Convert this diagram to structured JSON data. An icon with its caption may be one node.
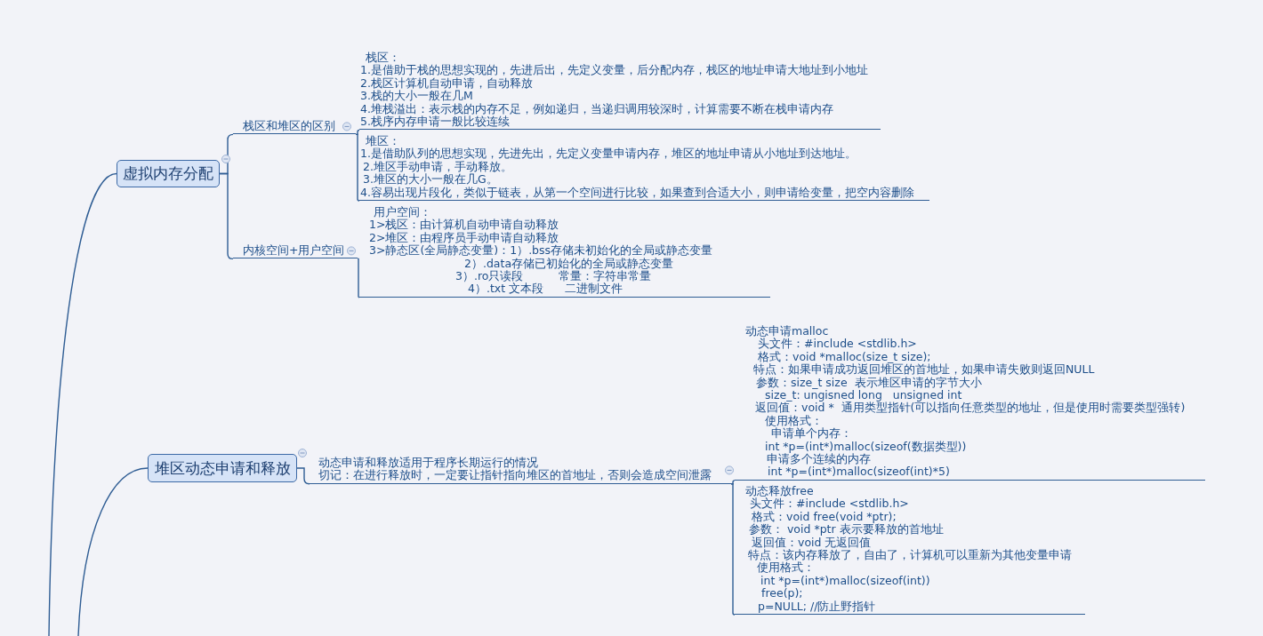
{
  "diagram": {
    "nodes": [
      {
        "text": [
          "虚拟内存分配"
        ]
      },
      {
        "text": [
          "栈区和堆区的区别"
        ]
      },
      {
        "text": [
          "栈区：",
          "1.是借助于栈的思想实现的，先进后出，先定义变量，后分配内存，栈区的地址申请大地址到小地址",
          "2.栈区计算机自动申请，自动释放",
          "3.栈的大小一般在几M",
          "4.堆栈溢出：表示栈的内存不足，例如递归，当递归调用较深时，计算需要不断在栈申请内存",
          "5.栈序内存申请一般比较连续"
        ]
      },
      {
        "text": [
          "堆区：",
          "1.是借助队列的思想实现，先进先出，先定义变量申请内存，堆区的地址申请从小地址到达地址。",
          "2.堆区手动申请，手动释放。",
          "3.堆区的大小一般在几G。",
          "4.容易出现片段化，类似于链表，从第一个空间进行比较，如果查到合适大小，则申请给变量，把空内容删除"
        ]
      },
      {
        "text": [
          "内核空间+用户空间"
        ]
      },
      {
        "text": [
          "用户空间：",
          "1>栈区：由计算机自动申请自动释放",
          "2>堆区：由程序员手动申请自动释放",
          "3>静态区(全局静态变量)：1）.bss存储未初始化的全局或静态变量",
          "2）.data存储已初始化的全局或静态变量",
          "3）.ro只读段          常量：字符串常量",
          "4）.txt 文本段      二进制文件"
        ]
      },
      {
        "text": [
          "堆区动态申请和释放"
        ]
      },
      {
        "text": [
          "动态申请和释放适用于程序长期运行的情况",
          "切记：在进行释放时，一定要让指针指向堆区的首地址，否则会造成空间泄露"
        ]
      },
      {
        "text": [
          "动态申请malloc",
          "头文件：#include <stdlib.h>",
          "格式：void *malloc(size_t size);",
          "特点：如果申请成功返回堆区的首地址，如果申请失败则返回NULL",
          "参数：size_t size  表示堆区申请的字节大小",
          "size_t: ungisned long   unsigned int",
          "返回值：void *  通用类型指针(可以指向任意类型的地址，但是使用时需要类型强转)",
          "使用格式：",
          "申请单个内存：",
          "int *p=(int*)malloc(sizeof(数据类型))",
          "申请多个连续的内存",
          "int *p=(int*)malloc(sizeof(int)*5)"
        ]
      },
      {
        "text": [
          "动态释放free",
          "头文件：#include <stdlib.h>",
          "格式：void free(void *ptr);",
          "参数： void *ptr 表示要释放的首地址",
          "返回值：void 无返回值",
          "特点：该内存释放了，自由了，计算机可以重新为其他变量申请",
          "使用格式：",
          "int *p=(int*)malloc(sizeof(int))",
          "free(p);",
          "p=NULL; //防止野指针"
        ]
      }
    ],
    "edges": [
      {
        "from": null,
        "to": 0,
        "arrow": "none"
      },
      {
        "from": 0,
        "to": 1,
        "arrow": "none"
      },
      {
        "from": 1,
        "to": 2,
        "arrow": "none"
      },
      {
        "from": 1,
        "to": 3,
        "arrow": "none"
      },
      {
        "from": 0,
        "to": 4,
        "arrow": "none"
      },
      {
        "from": 4,
        "to": 5,
        "arrow": "none"
      },
      {
        "from": null,
        "to": 6,
        "arrow": "none"
      },
      {
        "from": 6,
        "to": 7,
        "arrow": "none"
      },
      {
        "from": 7,
        "to": 8,
        "arrow": "none"
      },
      {
        "from": 7,
        "to": 9,
        "arrow": "none"
      }
    ]
  }
}
